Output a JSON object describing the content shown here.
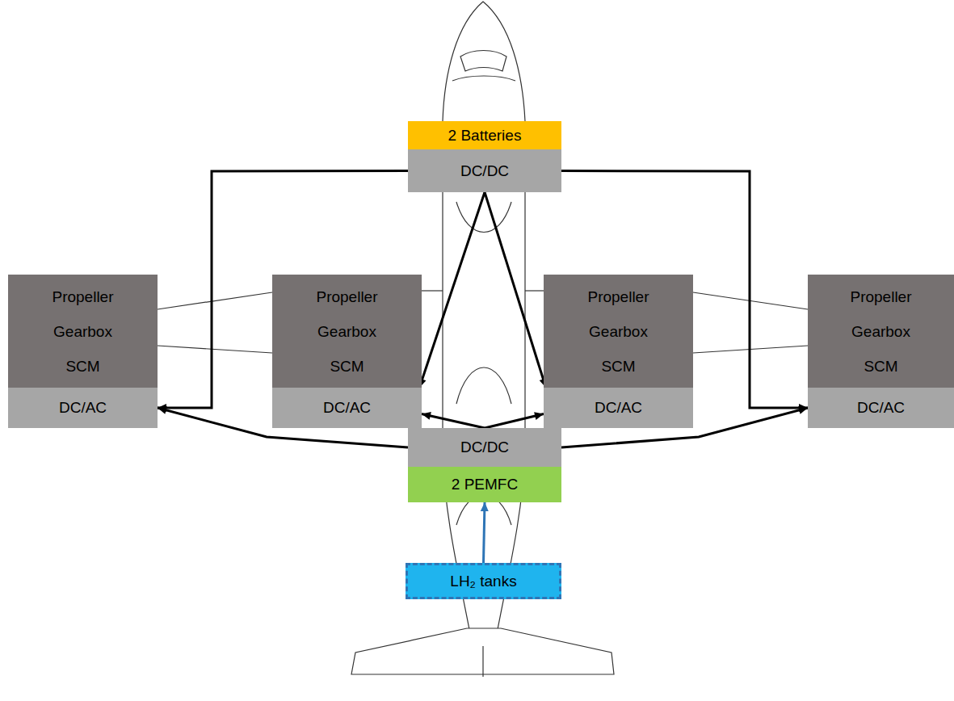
{
  "diagram": {
    "nodes": [
      {
        "text": [
          "2 Batteries"
        ]
      },
      {
        "text": [
          "DC/DC"
        ]
      },
      {
        "text": [
          "Propeller",
          "Gearbox",
          "SCM"
        ]
      },
      {
        "text": [
          "DC/AC"
        ]
      },
      {
        "text": [
          "Propeller",
          "Gearbox",
          "SCM"
        ]
      },
      {
        "text": [
          "DC/AC"
        ]
      },
      {
        "text": [
          "Propeller",
          "Gearbox",
          "SCM"
        ]
      },
      {
        "text": [
          "DC/AC"
        ]
      },
      {
        "text": [
          "Propeller",
          "Gearbox",
          "SCM"
        ]
      },
      {
        "text": [
          "DC/AC"
        ]
      },
      {
        "text": [
          "DC/DC"
        ]
      },
      {
        "text": [
          "2 PEMFC"
        ]
      },
      {
        "text": [
          "LH₂ tanks"
        ]
      }
    ],
    "edges": [
      {
        "from": 1,
        "to": 3,
        "arrow": "to"
      },
      {
        "from": 1,
        "to": 9,
        "arrow": "to"
      },
      {
        "from": 1,
        "to": 5,
        "arrow": "to"
      },
      {
        "from": 1,
        "to": 7,
        "arrow": "to"
      },
      {
        "from": 10,
        "to": 3,
        "arrow": "to"
      },
      {
        "from": 10,
        "to": 9,
        "arrow": "to"
      },
      {
        "from": 10,
        "to": 5,
        "arrow": "to"
      },
      {
        "from": 10,
        "to": 7,
        "arrow": "to"
      },
      {
        "from": 12,
        "to": 11,
        "arrow": "to"
      }
    ]
  }
}
